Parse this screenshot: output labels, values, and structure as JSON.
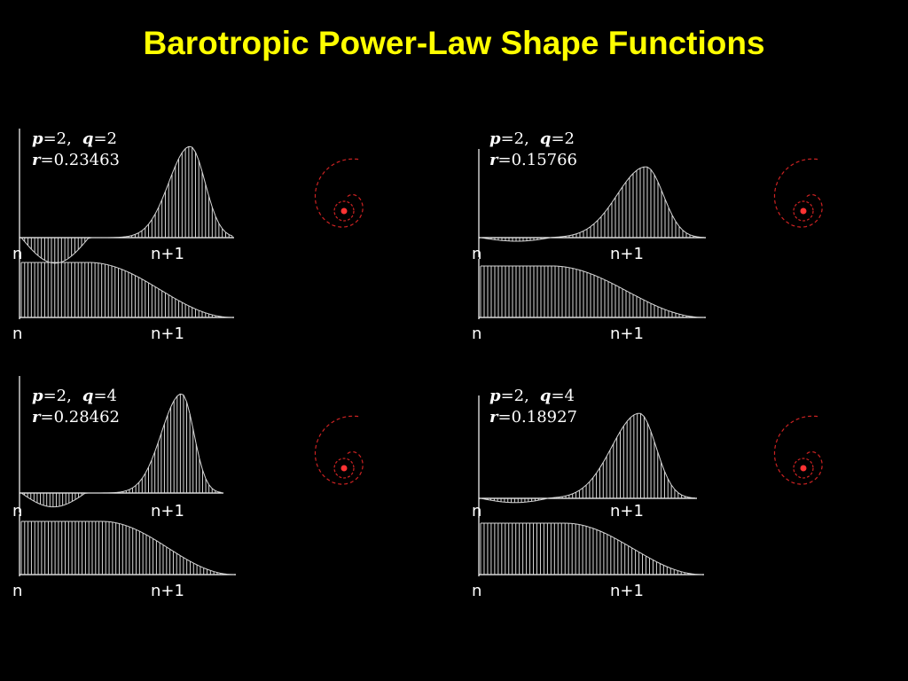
{
  "slide": {
    "title": "Barotropic Power-Law Shape Functions"
  },
  "panels": [
    {
      "p_label": "p",
      "p_value": "=2,",
      "q_label": "q",
      "q_value": "=2",
      "r_label": "r",
      "r_value": "=0.23463",
      "axis_start": "n",
      "axis_end": "n+1",
      "r": 0.23463,
      "q": 2
    },
    {
      "p_label": "p",
      "p_value": "=2,",
      "q_label": "q",
      "q_value": "=2",
      "r_label": "r",
      "r_value": "=0.15766",
      "axis_start": "n",
      "axis_end": "n+1",
      "r": 0.15766,
      "q": 2
    },
    {
      "p_label": "p",
      "p_value": "=2,",
      "q_label": "q",
      "q_value": "=4",
      "r_label": "r",
      "r_value": "=0.28462",
      "axis_start": "n",
      "axis_end": "n+1",
      "r": 0.28462,
      "q": 4
    },
    {
      "p_label": "p",
      "p_value": "=2,",
      "q_label": "q",
      "q_value": "=4",
      "r_label": "r",
      "r_value": "=0.18927",
      "axis_start": "n",
      "axis_end": "n+1",
      "r": 0.18927,
      "q": 4
    }
  ],
  "colors": {
    "title": "#ffff00",
    "bars": "#d8d8d8",
    "axes": "#ffffff",
    "circle": "#e8d000",
    "crosshair": "#e8d000",
    "trajectory": "#22aa33",
    "marker": "#1e88c8",
    "spiral": "#cc2222",
    "center": "#ff3333"
  }
}
